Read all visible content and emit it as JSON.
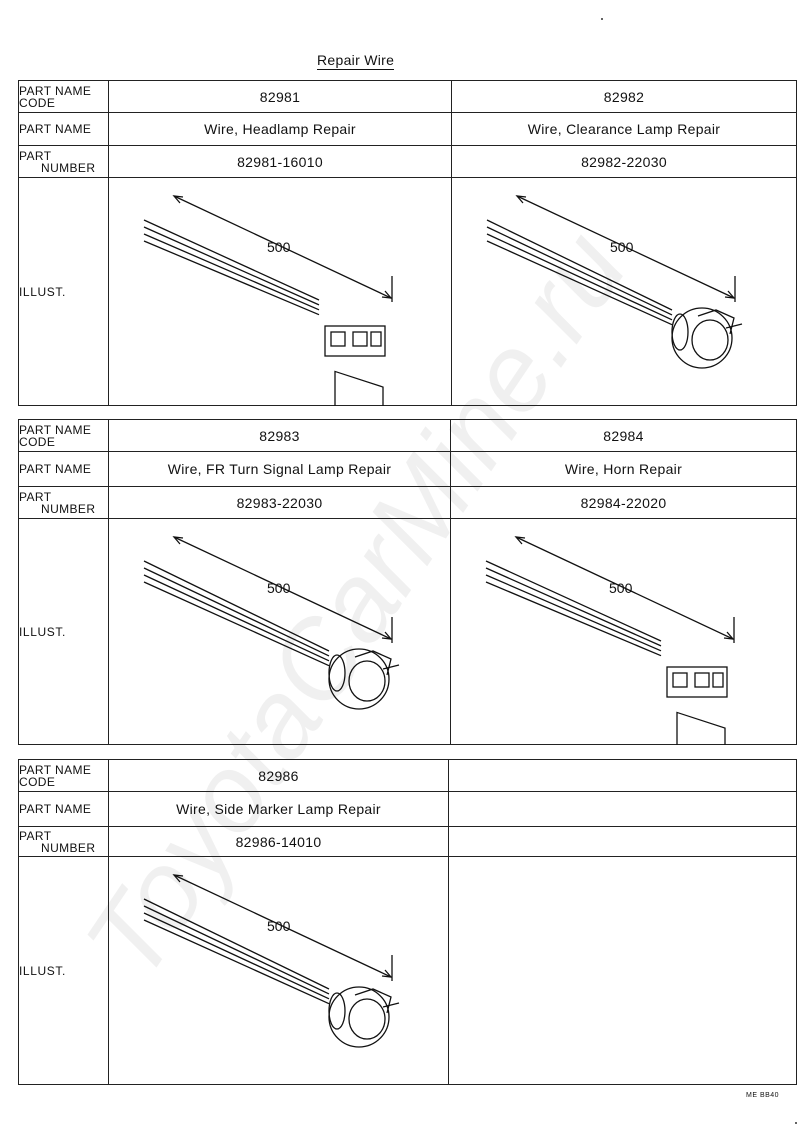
{
  "page": {
    "title": "Repair Wire",
    "watermark": "ToyotaCarMine.ru",
    "footer": "ME  BB40"
  },
  "labels": {
    "code_line1": "PART NAME",
    "code_line2": "CODE",
    "part_name": "PART NAME",
    "number_line1": "PART",
    "number_line2": "NUMBER",
    "illust": "ILLUST."
  },
  "sheets": [
    {
      "parts": [
        {
          "code": "82981",
          "name": "Wire, Headlamp Repair",
          "number": "82981-16010",
          "length": "500",
          "connector": "square-block"
        },
        {
          "code": "82982",
          "name": "Wire, Clearance Lamp Repair",
          "number": "82982-22030",
          "length": "500",
          "connector": "round-socket"
        }
      ]
    },
    {
      "parts": [
        {
          "code": "82983",
          "name": "Wire, FR  Turn Signal Lamp Repair",
          "number": "82983-22030",
          "length": "500",
          "connector": "round-socket"
        },
        {
          "code": "82984",
          "name": "Wire, Horn Repair",
          "number": "82984-22020",
          "length": "500",
          "connector": "square-block"
        }
      ]
    },
    {
      "parts": [
        {
          "code": "82986",
          "name": "Wire, Side Marker Lamp Repair",
          "number": "82986-14010",
          "length": "500",
          "connector": "round-socket"
        },
        {
          "code": "",
          "name": "",
          "number": "",
          "length": "",
          "connector": ""
        }
      ]
    }
  ]
}
